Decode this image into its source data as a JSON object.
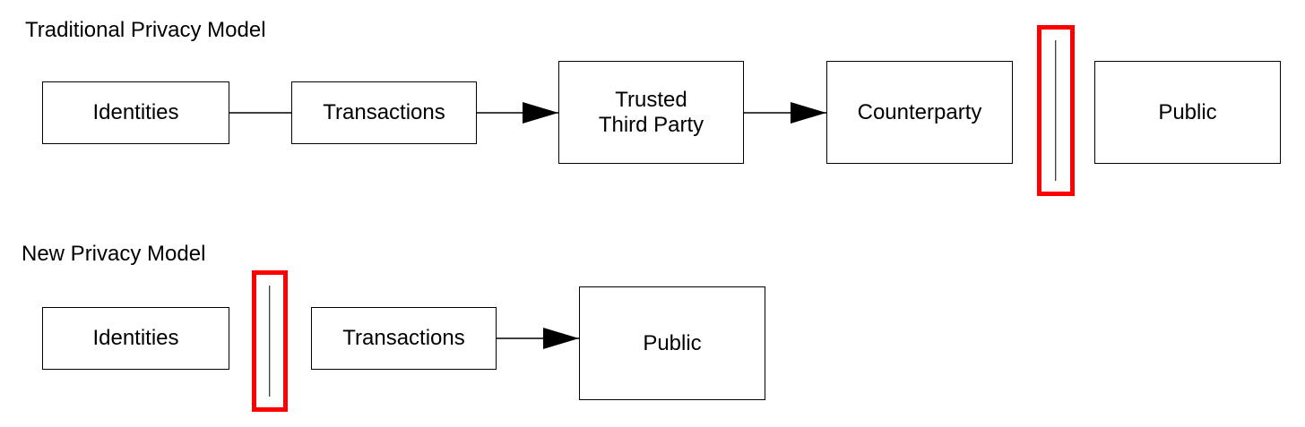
{
  "traditional": {
    "heading": "Traditional Privacy Model",
    "boxes": {
      "identities": "Identities",
      "transactions": "Transactions",
      "trusted_third_party": "Trusted\nThird Party",
      "counterparty": "Counterparty",
      "public": "Public"
    }
  },
  "new": {
    "heading": "New Privacy Model",
    "boxes": {
      "identities": "Identities",
      "transactions": "Transactions",
      "public": "Public"
    }
  },
  "colors": {
    "barrier_highlight": "#ff0000",
    "stroke": "#000000",
    "background": "#ffffff"
  }
}
